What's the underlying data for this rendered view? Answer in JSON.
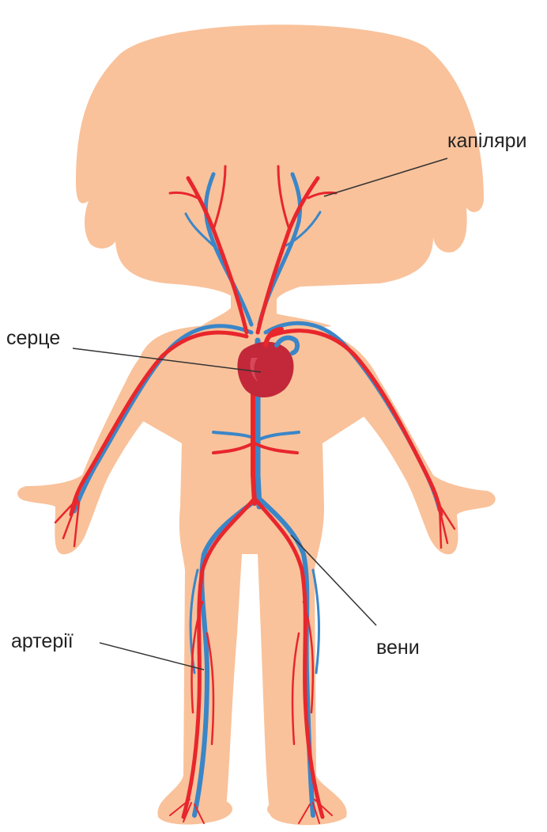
{
  "diagram": {
    "labels": {
      "capillaries": "капіляри",
      "heart": "серце",
      "veins": "вени",
      "arteries": "артерії"
    },
    "colors": {
      "skin": "#f9c29b",
      "skin_shadow": "#f3b48a",
      "artery": "#e8262c",
      "vein": "#3a86c8",
      "heart": "#c2283a",
      "leader_line": "#333333",
      "background": "#ffffff"
    }
  }
}
